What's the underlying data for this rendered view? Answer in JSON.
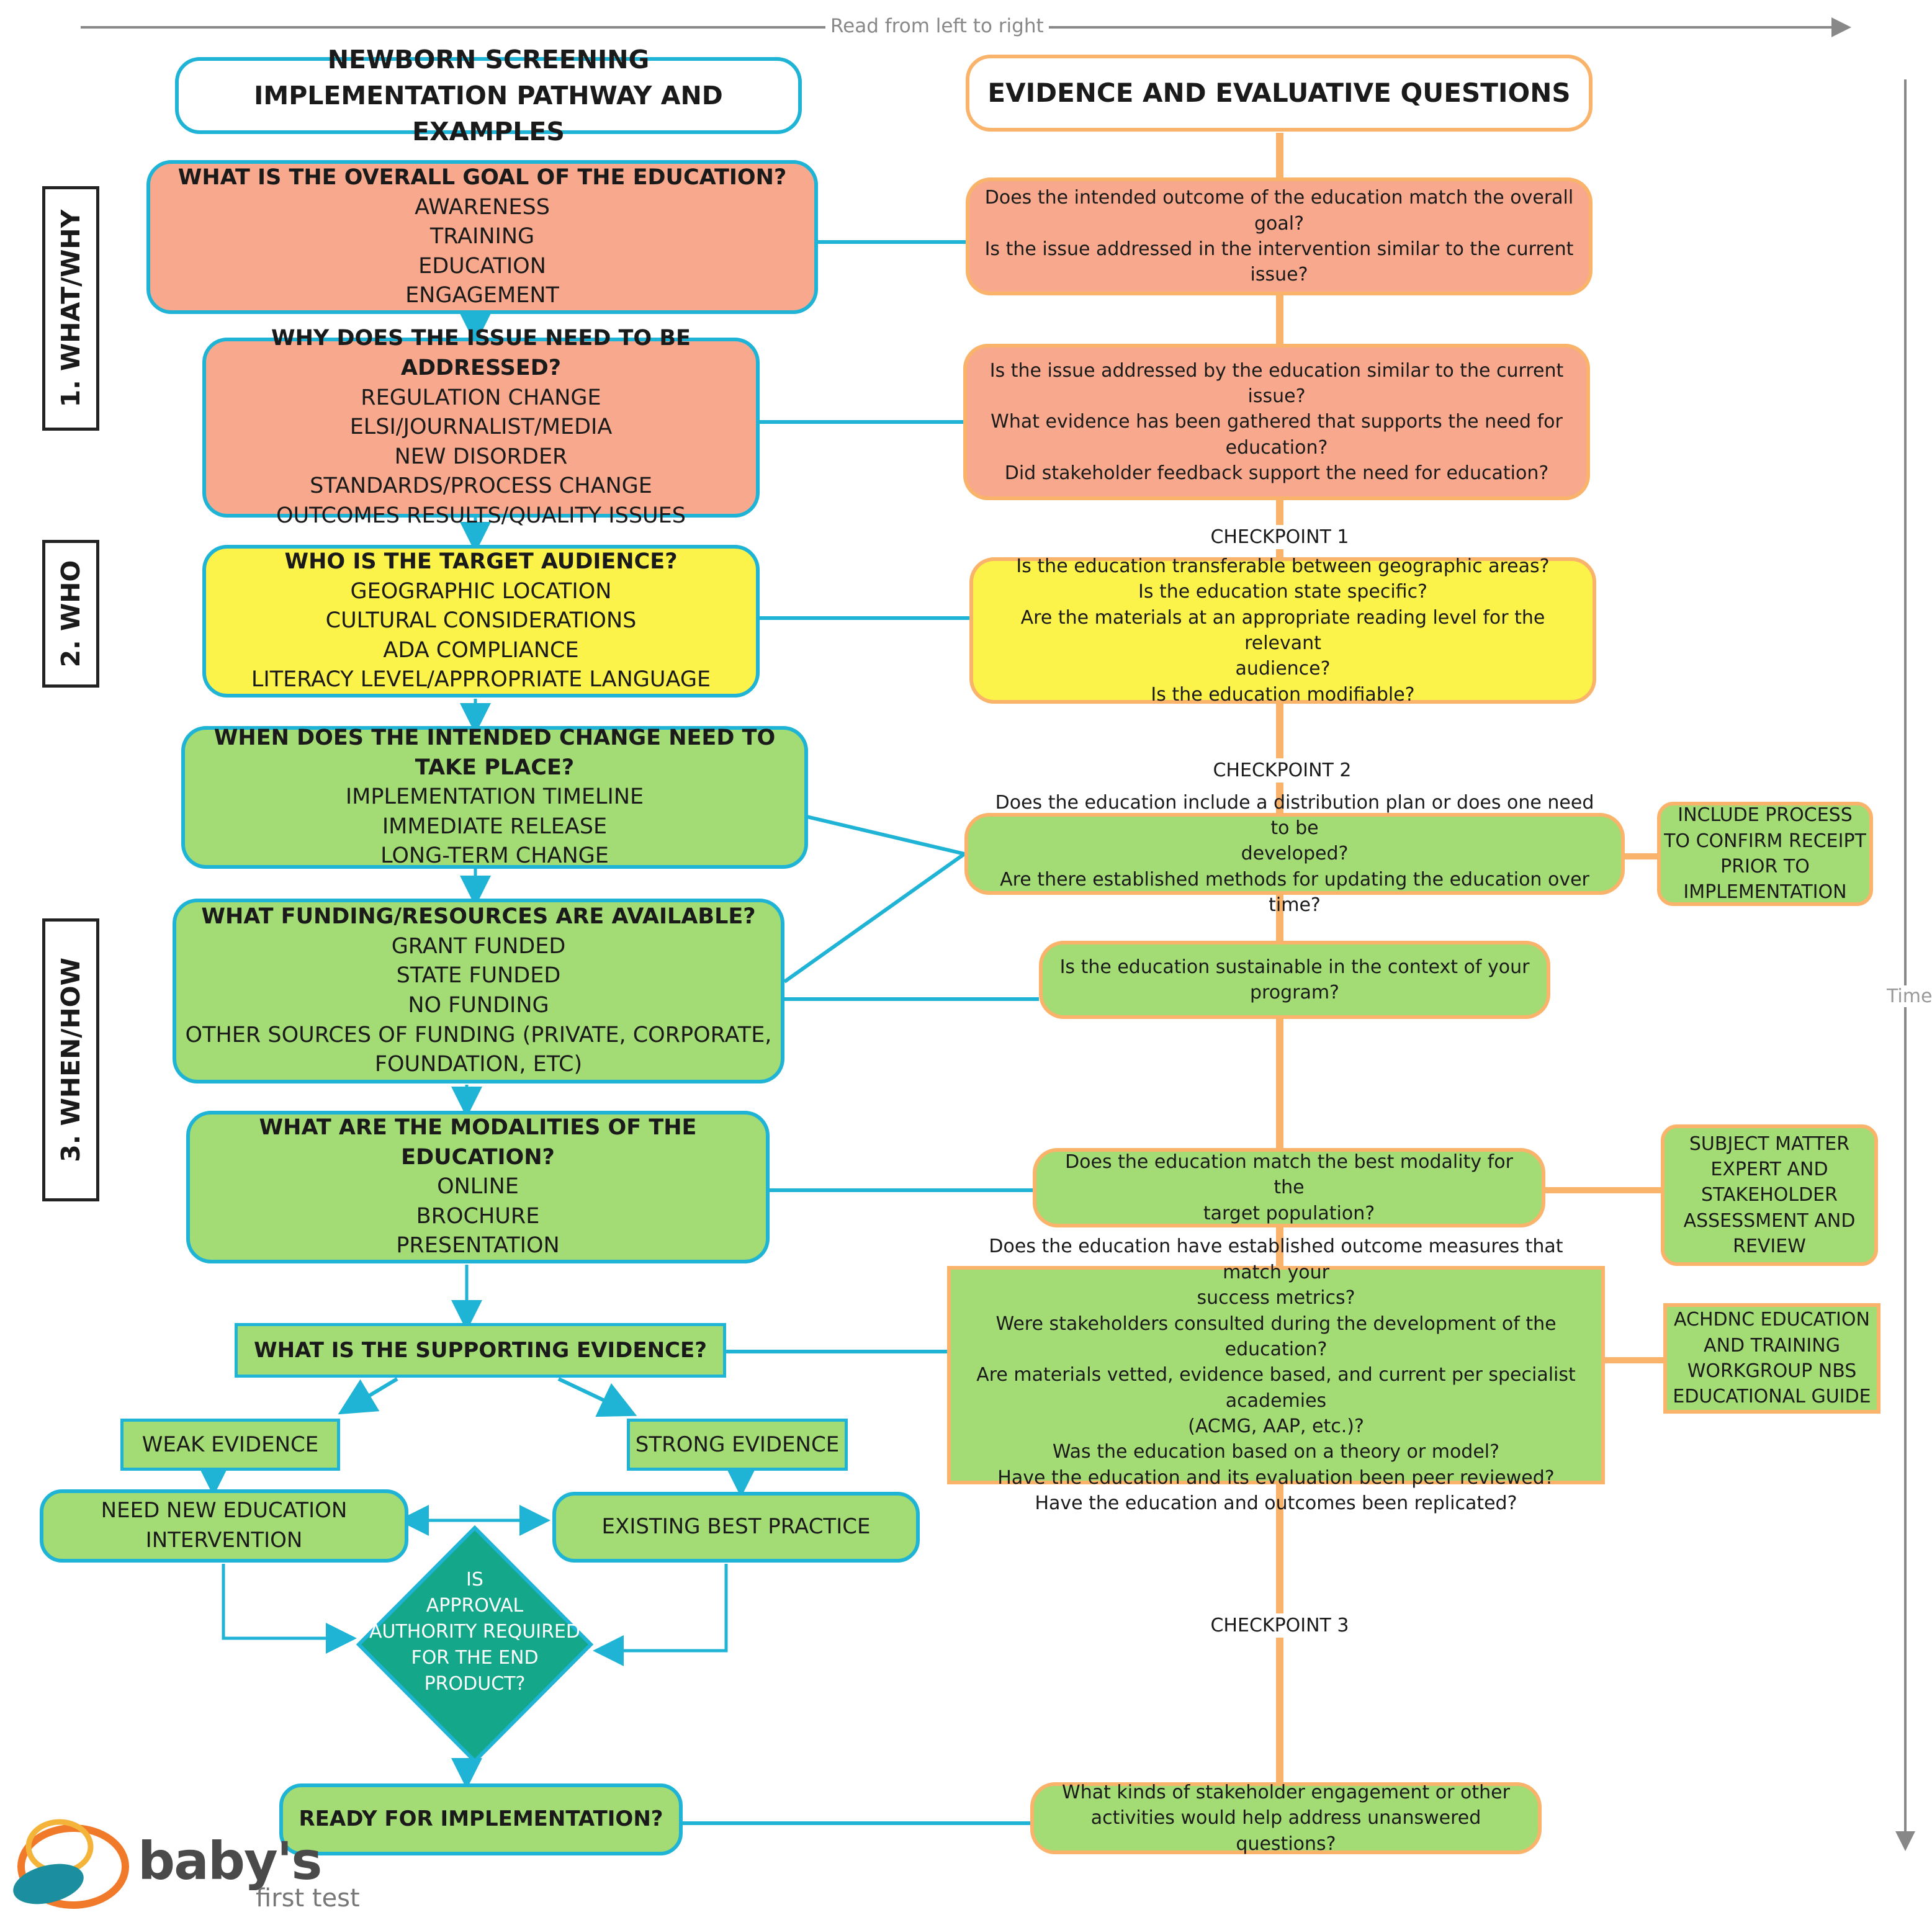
{
  "header": {
    "read_direction": "Read from left to right",
    "time_label": "Time"
  },
  "titles": {
    "left": [
      "NEWBORN SCREENING",
      "IMPLEMENTATION PATHWAY AND EXAMPLES"
    ],
    "right": "EVIDENCE AND EVALUATIVE QUESTIONS"
  },
  "steps": [
    "1. WHAT/WHY",
    "2. WHO",
    "3. WHEN/HOW"
  ],
  "left_boxes": [
    {
      "question": "WHAT IS THE OVERALL GOAL OF THE EDUCATION?",
      "items": [
        "AWARENESS",
        "TRAINING",
        "EDUCATION",
        "ENGAGEMENT"
      ]
    },
    {
      "question": "WHY DOES THE ISSUE NEED TO BE ADDRESSED?",
      "items": [
        "REGULATION CHANGE",
        "ELSI/JOURNALIST/MEDIA",
        "NEW DISORDER",
        "STANDARDS/PROCESS CHANGE",
        "OUTCOMES RESULTS/QUALITY ISSUES"
      ]
    },
    {
      "question": "WHO IS THE TARGET AUDIENCE?",
      "items": [
        "GEOGRAPHIC LOCATION",
        "CULTURAL CONSIDERATIONS",
        "ADA COMPLIANCE",
        "LITERACY LEVEL/APPROPRIATE LANGUAGE"
      ]
    },
    {
      "question": "WHEN DOES THE INTENDED CHANGE NEED TO TAKE PLACE?",
      "items": [
        "IMPLEMENTATION TIMELINE",
        "IMMEDIATE RELEASE",
        "LONG-TERM CHANGE"
      ]
    },
    {
      "question": "WHAT FUNDING/RESOURCES ARE AVAILABLE?",
      "items": [
        "GRANT FUNDED",
        "STATE FUNDED",
        "NO FUNDING",
        "OTHER SOURCES OF FUNDING (PRIVATE, CORPORATE,",
        "FOUNDATION, ETC)"
      ]
    },
    {
      "question": "WHAT ARE THE MODALITIES OF THE EDUCATION?",
      "items": [
        "ONLINE",
        "BROCHURE",
        "PRESENTATION"
      ]
    }
  ],
  "evidence": {
    "supporting": "WHAT IS THE SUPPORTING EVIDENCE?",
    "weak": "WEAK EVIDENCE",
    "strong": "STRONG EVIDENCE",
    "need_new": [
      "NEED NEW EDUCATION",
      "INTERVENTION"
    ],
    "existing": "EXISTING BEST PRACTICE",
    "decision": [
      "IS",
      "APPROVAL",
      "AUTHORITY REQUIRED",
      "FOR THE END",
      "PRODUCT?"
    ],
    "ready": "READY FOR IMPLEMENTATION?"
  },
  "right_boxes": [
    [
      "Does the intended outcome of the education match the overall",
      "goal?",
      "Is the issue addressed in the intervention similar to the current issue?"
    ],
    [
      "Is the issue addressed by the education similar to the current",
      "issue?",
      "What evidence has been gathered that supports the need for",
      "education?",
      "Did stakeholder feedback support the need for education?"
    ],
    [
      "Is the education transferable between geographic areas?",
      "Is the education state specific?",
      "Are the materials at an appropriate reading level for the relevant",
      "audience?",
      "Is the education modifiable?"
    ],
    [
      "Does the education include a distribution plan or does one need to be",
      "developed?",
      "Are there established methods for updating the education over time?"
    ],
    [
      "Is the education sustainable in the context of your",
      "program?"
    ],
    [
      "Does the education match the best modality for the",
      "target population?"
    ],
    [
      "Does the education have established outcome measures that match your",
      "success metrics?",
      "Were stakeholders consulted during the development of the education?",
      "Are materials vetted, evidence based, and current per specialist academies",
      "(ACMG, AAP, etc.)?",
      "Was the education based on a theory or model?",
      "Have the education and its evaluation been peer reviewed?",
      "Have the education and outcomes been replicated?"
    ],
    [
      "What kinds of stakeholder engagement or other",
      "activities would help address unanswered questions?"
    ]
  ],
  "side_boxes": [
    [
      "INCLUDE PROCESS",
      "TO CONFIRM RECEIPT",
      "PRIOR TO",
      "IMPLEMENTATION"
    ],
    [
      "SUBJECT MATTER",
      "EXPERT AND",
      "STAKEHOLDER",
      "ASSESSMENT AND",
      "REVIEW"
    ],
    [
      "ACHDNC EDUCATION",
      "AND TRAINING",
      "WORKGROUP NBS",
      "EDUCATIONAL GUIDE"
    ]
  ],
  "checkpoints": [
    "CHECKPOINT 1",
    "CHECKPOINT 2",
    "CHECKPOINT 3"
  ],
  "logo": {
    "name": "baby's",
    "tagline": "first test"
  },
  "colors": {
    "blue": "#1fb3d6",
    "orange": "#f9b36a",
    "salmon": "#f8a98d",
    "yellow": "#fbf24a",
    "green": "#a3db74",
    "teal": "#14a78a"
  }
}
